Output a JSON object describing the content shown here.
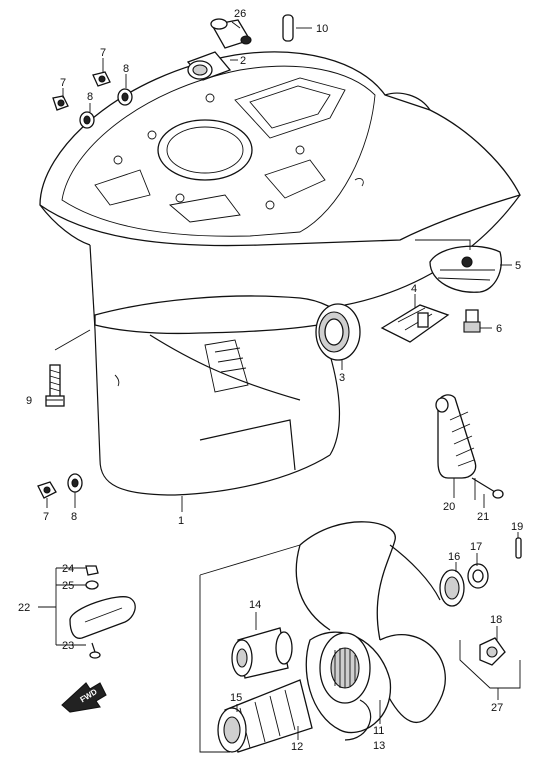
{
  "callouts": {
    "n1": "1",
    "n2": "2",
    "n3": "3",
    "n4": "4",
    "n5": "5",
    "n6": "6",
    "n7a": "7",
    "n7b": "7",
    "n7c": "7",
    "n8a": "8",
    "n8b": "8",
    "n8c": "8",
    "n9": "9",
    "n10": "10",
    "n11": "11",
    "n12": "12",
    "n13": "13",
    "n14": "14",
    "n15": "15",
    "n16": "16",
    "n17": "17",
    "n18": "18",
    "n19": "19",
    "n20": "20",
    "n21": "21",
    "n22": "22",
    "n23": "23",
    "n24": "24",
    "n25": "25",
    "n26": "26",
    "n27": "27"
  },
  "direction_marker": "FWD"
}
